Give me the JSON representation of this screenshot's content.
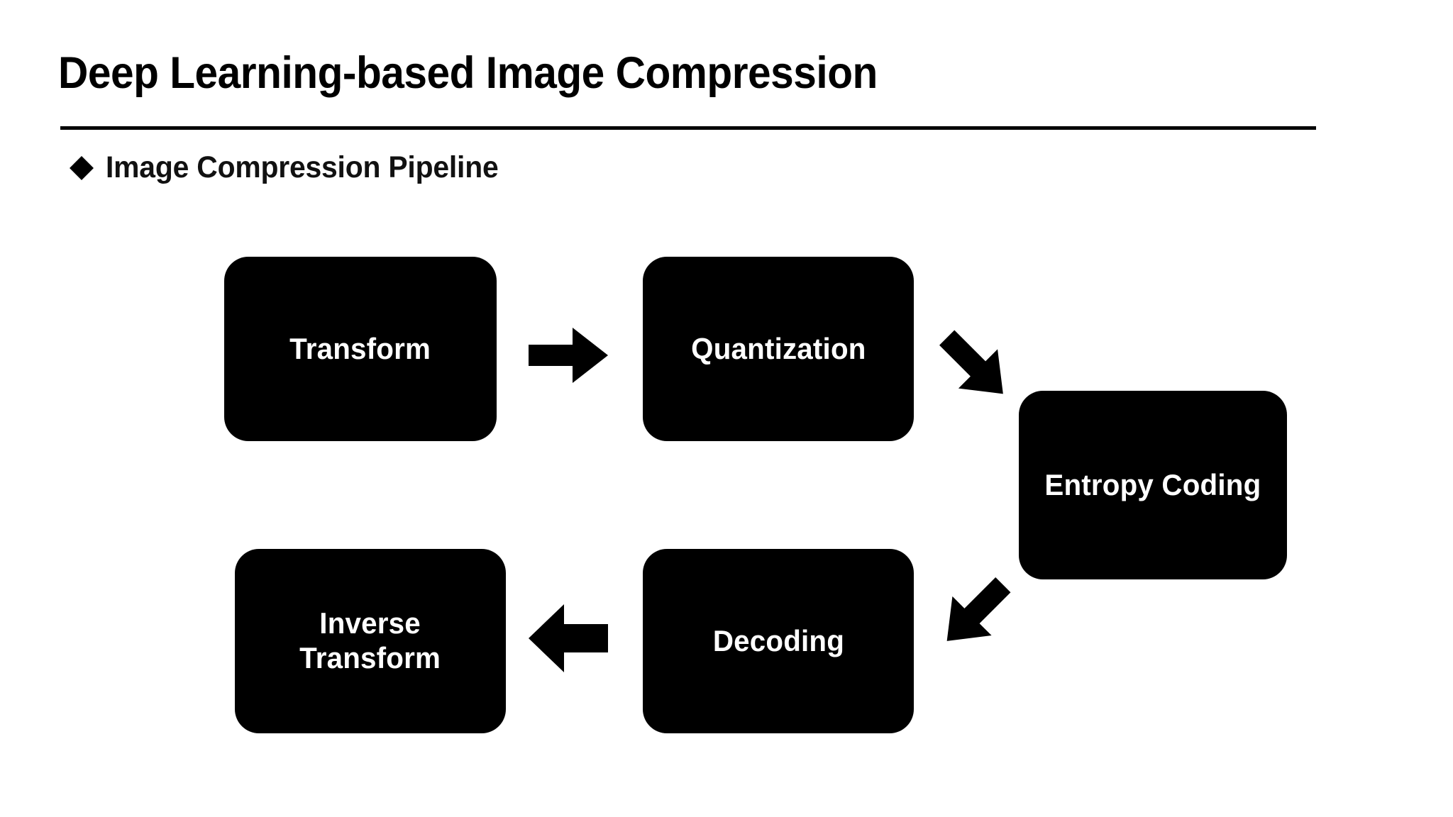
{
  "slide": {
    "title": "Deep Learning-based Image Compression",
    "background_color": "#ffffff",
    "text_color": "#000000",
    "node_fill_color": "#000000",
    "node_text_color": "#ffffff"
  },
  "bullet": {
    "marker_icon": "diamond-bullet-icon",
    "text": "Image Compression Pipeline"
  },
  "pipeline": {
    "nodes": [
      {
        "id": "transform",
        "label": "Transform"
      },
      {
        "id": "quantization",
        "label": "Quantization"
      },
      {
        "id": "entropy-coding",
        "label": "Entropy Coding"
      },
      {
        "id": "decoding",
        "label": "Decoding"
      },
      {
        "id": "inverse-transform",
        "label": "Inverse\nTransform"
      }
    ],
    "arrows": [
      {
        "id": "transform-to-quantization",
        "icon": "arrow-right-icon",
        "from": "transform",
        "to": "quantization"
      },
      {
        "id": "quantization-to-entropy",
        "icon": "arrow-down-right-icon",
        "from": "quantization",
        "to": "entropy-coding"
      },
      {
        "id": "entropy-to-decoding",
        "icon": "arrow-down-left-icon",
        "from": "entropy-coding",
        "to": "decoding"
      },
      {
        "id": "decoding-to-inverse",
        "icon": "arrow-left-icon",
        "from": "decoding",
        "to": "inverse-transform"
      }
    ]
  }
}
